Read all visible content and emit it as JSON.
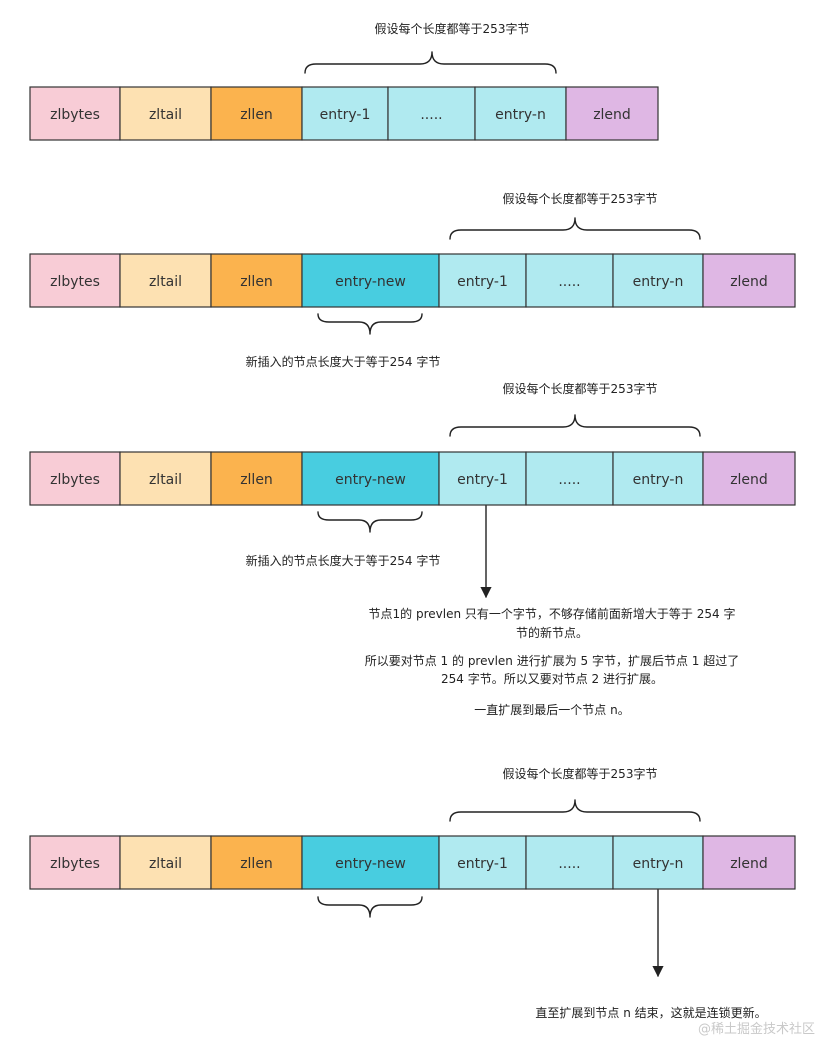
{
  "colors": {
    "zlbytes": "#f8ccd6",
    "zltail": "#fde1b2",
    "zllen": "#fbb34e",
    "entry_new": "#48cde0",
    "entry": "#b0eaf0",
    "zlend": "#dfb7e4",
    "stroke": "#333333"
  },
  "rows": [
    {
      "cells": [
        {
          "label": "zlbytes",
          "color_key": "zlbytes"
        },
        {
          "label": "zltail",
          "color_key": "zltail"
        },
        {
          "label": "zllen",
          "color_key": "zllen"
        },
        {
          "label": "entry-1",
          "color_key": "entry"
        },
        {
          "label": ".....",
          "color_key": "entry"
        },
        {
          "label": "entry-n",
          "color_key": "entry"
        },
        {
          "label": "zlend",
          "color_key": "zlend"
        }
      ],
      "top_caption": "假设每个长度都等于253字节",
      "bottom_caption": ""
    },
    {
      "cells": [
        {
          "label": "zlbytes",
          "color_key": "zlbytes"
        },
        {
          "label": "zltail",
          "color_key": "zltail"
        },
        {
          "label": "zllen",
          "color_key": "zllen"
        },
        {
          "label": "entry-new",
          "color_key": "entry_new"
        },
        {
          "label": "entry-1",
          "color_key": "entry"
        },
        {
          "label": ".....",
          "color_key": "entry"
        },
        {
          "label": "entry-n",
          "color_key": "entry"
        },
        {
          "label": "zlend",
          "color_key": "zlend"
        }
      ],
      "top_caption": "假设每个长度都等于253字节",
      "bottom_caption": "新插入的节点长度大于等于254 字节"
    },
    {
      "cells": [
        {
          "label": "zlbytes",
          "color_key": "zlbytes"
        },
        {
          "label": "zltail",
          "color_key": "zltail"
        },
        {
          "label": "zllen",
          "color_key": "zllen"
        },
        {
          "label": "entry-new",
          "color_key": "entry_new"
        },
        {
          "label": "entry-1",
          "color_key": "entry"
        },
        {
          "label": ".....",
          "color_key": "entry"
        },
        {
          "label": "entry-n",
          "color_key": "entry"
        },
        {
          "label": "zlend",
          "color_key": "zlend"
        }
      ],
      "top_caption": "假设每个长度都等于253字节",
      "bottom_caption": "新插入的节点长度大于等于254 字节"
    },
    {
      "cells": [
        {
          "label": "zlbytes",
          "color_key": "zlbytes"
        },
        {
          "label": "zltail",
          "color_key": "zltail"
        },
        {
          "label": "zllen",
          "color_key": "zllen"
        },
        {
          "label": "entry-new",
          "color_key": "entry_new"
        },
        {
          "label": "entry-1",
          "color_key": "entry"
        },
        {
          "label": ".....",
          "color_key": "entry"
        },
        {
          "label": "entry-n",
          "color_key": "entry"
        },
        {
          "label": "zlend",
          "color_key": "zlend"
        }
      ],
      "top_caption": "假设每个长度都等于253字节",
      "bottom_caption": ""
    }
  ],
  "note_cascade": [
    "节点1的 prevlen 只有一个字节，不够存储前面新增大于等于 254 字",
    "节的新节点。",
    "",
    "所以要对节点 1 的 prevlen 进行扩展为 5 字节，扩展后节点 1 超过了",
    "254 字节。所以又要对节点 2 进行扩展。",
    "",
    "一直扩展到最后一个节点 n。"
  ],
  "note_final": "直至扩展到节点 n 结束，这就是连锁更新。",
  "watermark": "@稀土掘金技术社区"
}
